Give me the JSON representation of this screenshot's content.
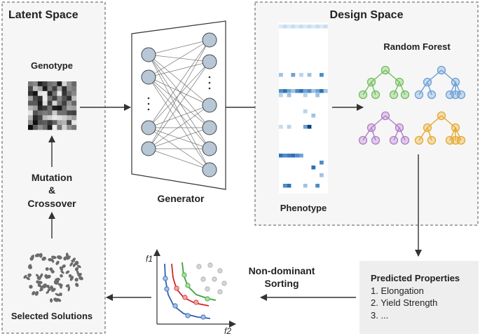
{
  "latent": {
    "title": "Latent Space",
    "genotype_label": "Genotype",
    "mutation_line1": "Mutation",
    "mutation_line2": "&",
    "mutation_line3": "Crossover",
    "selected_label": "Selected Solutions"
  },
  "generator": {
    "label": "Generator"
  },
  "design": {
    "title": "Design Space",
    "phenotype_label": "Phenotype",
    "random_forest_label": "Random Forest"
  },
  "predicted": {
    "title": "Predicted Properties",
    "items": [
      "1. Elongation",
      "2. Yield Strength",
      "3. ..."
    ]
  },
  "sorting": {
    "line1": "Non-dominant",
    "line2": "Sorting"
  },
  "pareto": {
    "y_axis": "f1",
    "x_axis": "f2"
  },
  "colors": {
    "tree_green": "#6fbf5a",
    "tree_blue": "#6a9fd8",
    "tree_purple": "#b07cc9",
    "tree_orange": "#e7a82a",
    "front_blue": "#2e5fb0",
    "front_red": "#d2262a",
    "front_green": "#3aa23a",
    "node_fill": "#b7c7d6"
  }
}
